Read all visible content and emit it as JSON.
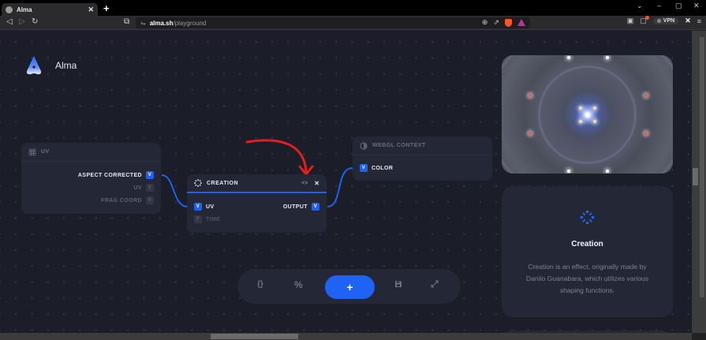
{
  "browser": {
    "tab": {
      "title": "Alma",
      "close": "✕"
    },
    "new_tab": "+",
    "window_controls": {
      "tabs_menu": "⌄",
      "minimize": "–",
      "maximize": "▢",
      "close": "✕"
    },
    "nav": {
      "back": "◁",
      "forward": "▷",
      "reload": "↻",
      "bookmark": "⧉"
    },
    "url": {
      "host": "alma.sh",
      "path": "/playground",
      "tune_icon": "⇋"
    },
    "url_icons": {
      "zoom": "⊕",
      "share": "⇗"
    },
    "vpn_label": "VPN",
    "menu": "≡"
  },
  "app": {
    "brand": "Alma",
    "accent": "#2060f0",
    "nodes": {
      "uv": {
        "title": "UV",
        "outputs": [
          {
            "label": "ASPECT CORRECTED",
            "type": "V",
            "connected": true
          },
          {
            "label": "UV",
            "type": "V",
            "connected": false
          },
          {
            "label": "FRAG COORD",
            "type": "V",
            "connected": false
          }
        ]
      },
      "creation": {
        "title": "CREATION",
        "code_icon": "<>",
        "close_icon": "✕",
        "inputs": [
          {
            "label": "UV",
            "type": "V",
            "connected": true
          },
          {
            "label": "TIME",
            "type": "F",
            "connected": false
          }
        ],
        "outputs": [
          {
            "label": "OUTPUT",
            "type": "V",
            "connected": true
          }
        ]
      },
      "webgl": {
        "title": "WEBGL CONTEXT",
        "inputs": [
          {
            "label": "COLOR",
            "type": "V",
            "connected": true
          }
        ]
      }
    },
    "toolbar": {
      "code": "{}",
      "percent": "%",
      "add": "+",
      "save": "💾",
      "fullscreen": "⤢"
    },
    "info": {
      "title": "Creation",
      "description": "Creation is an effect, originally made by Danilo Guanabara, which utilizes various shaping functions."
    }
  }
}
